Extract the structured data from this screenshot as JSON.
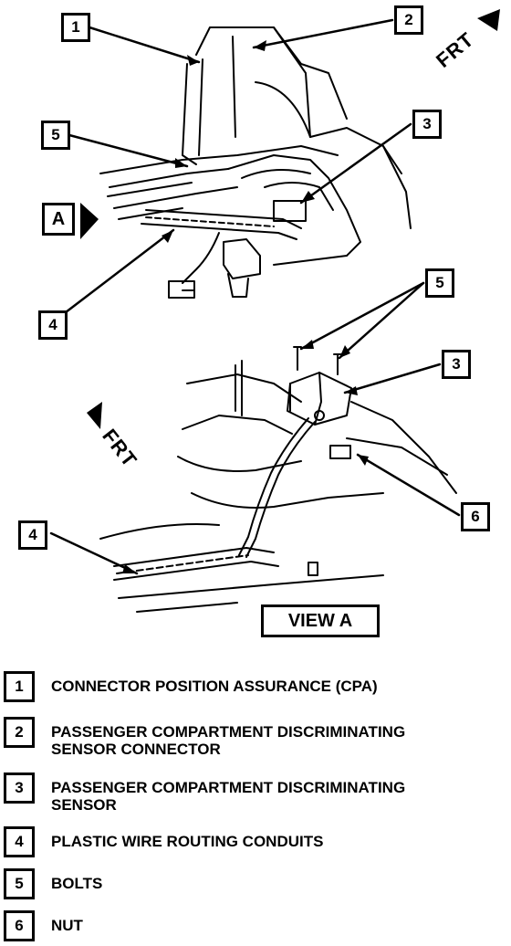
{
  "callouts_top": [
    {
      "num": "1"
    },
    {
      "num": "2"
    },
    {
      "num": "5"
    },
    {
      "num": "3"
    },
    {
      "num": "4"
    }
  ],
  "callouts_view": [
    {
      "num": "5"
    },
    {
      "num": "3"
    },
    {
      "num": "4"
    },
    {
      "num": "6"
    }
  ],
  "frt_label": "FRT",
  "view_marker": "A",
  "view_label": "VIEW A",
  "legend": [
    {
      "num": "1",
      "text": "CONNECTOR POSITION ASSURANCE (CPA)"
    },
    {
      "num": "2",
      "text": "PASSENGER COMPARTMENT DISCRIMINATING\nSENSOR CONNECTOR"
    },
    {
      "num": "3",
      "text": "PASSENGER COMPARTMENT DISCRIMINATING\nSENSOR"
    },
    {
      "num": "4",
      "text": "PLASTIC WIRE ROUTING CONDUITS"
    },
    {
      "num": "5",
      "text": "BOLTS"
    },
    {
      "num": "6",
      "text": "NUT"
    }
  ]
}
